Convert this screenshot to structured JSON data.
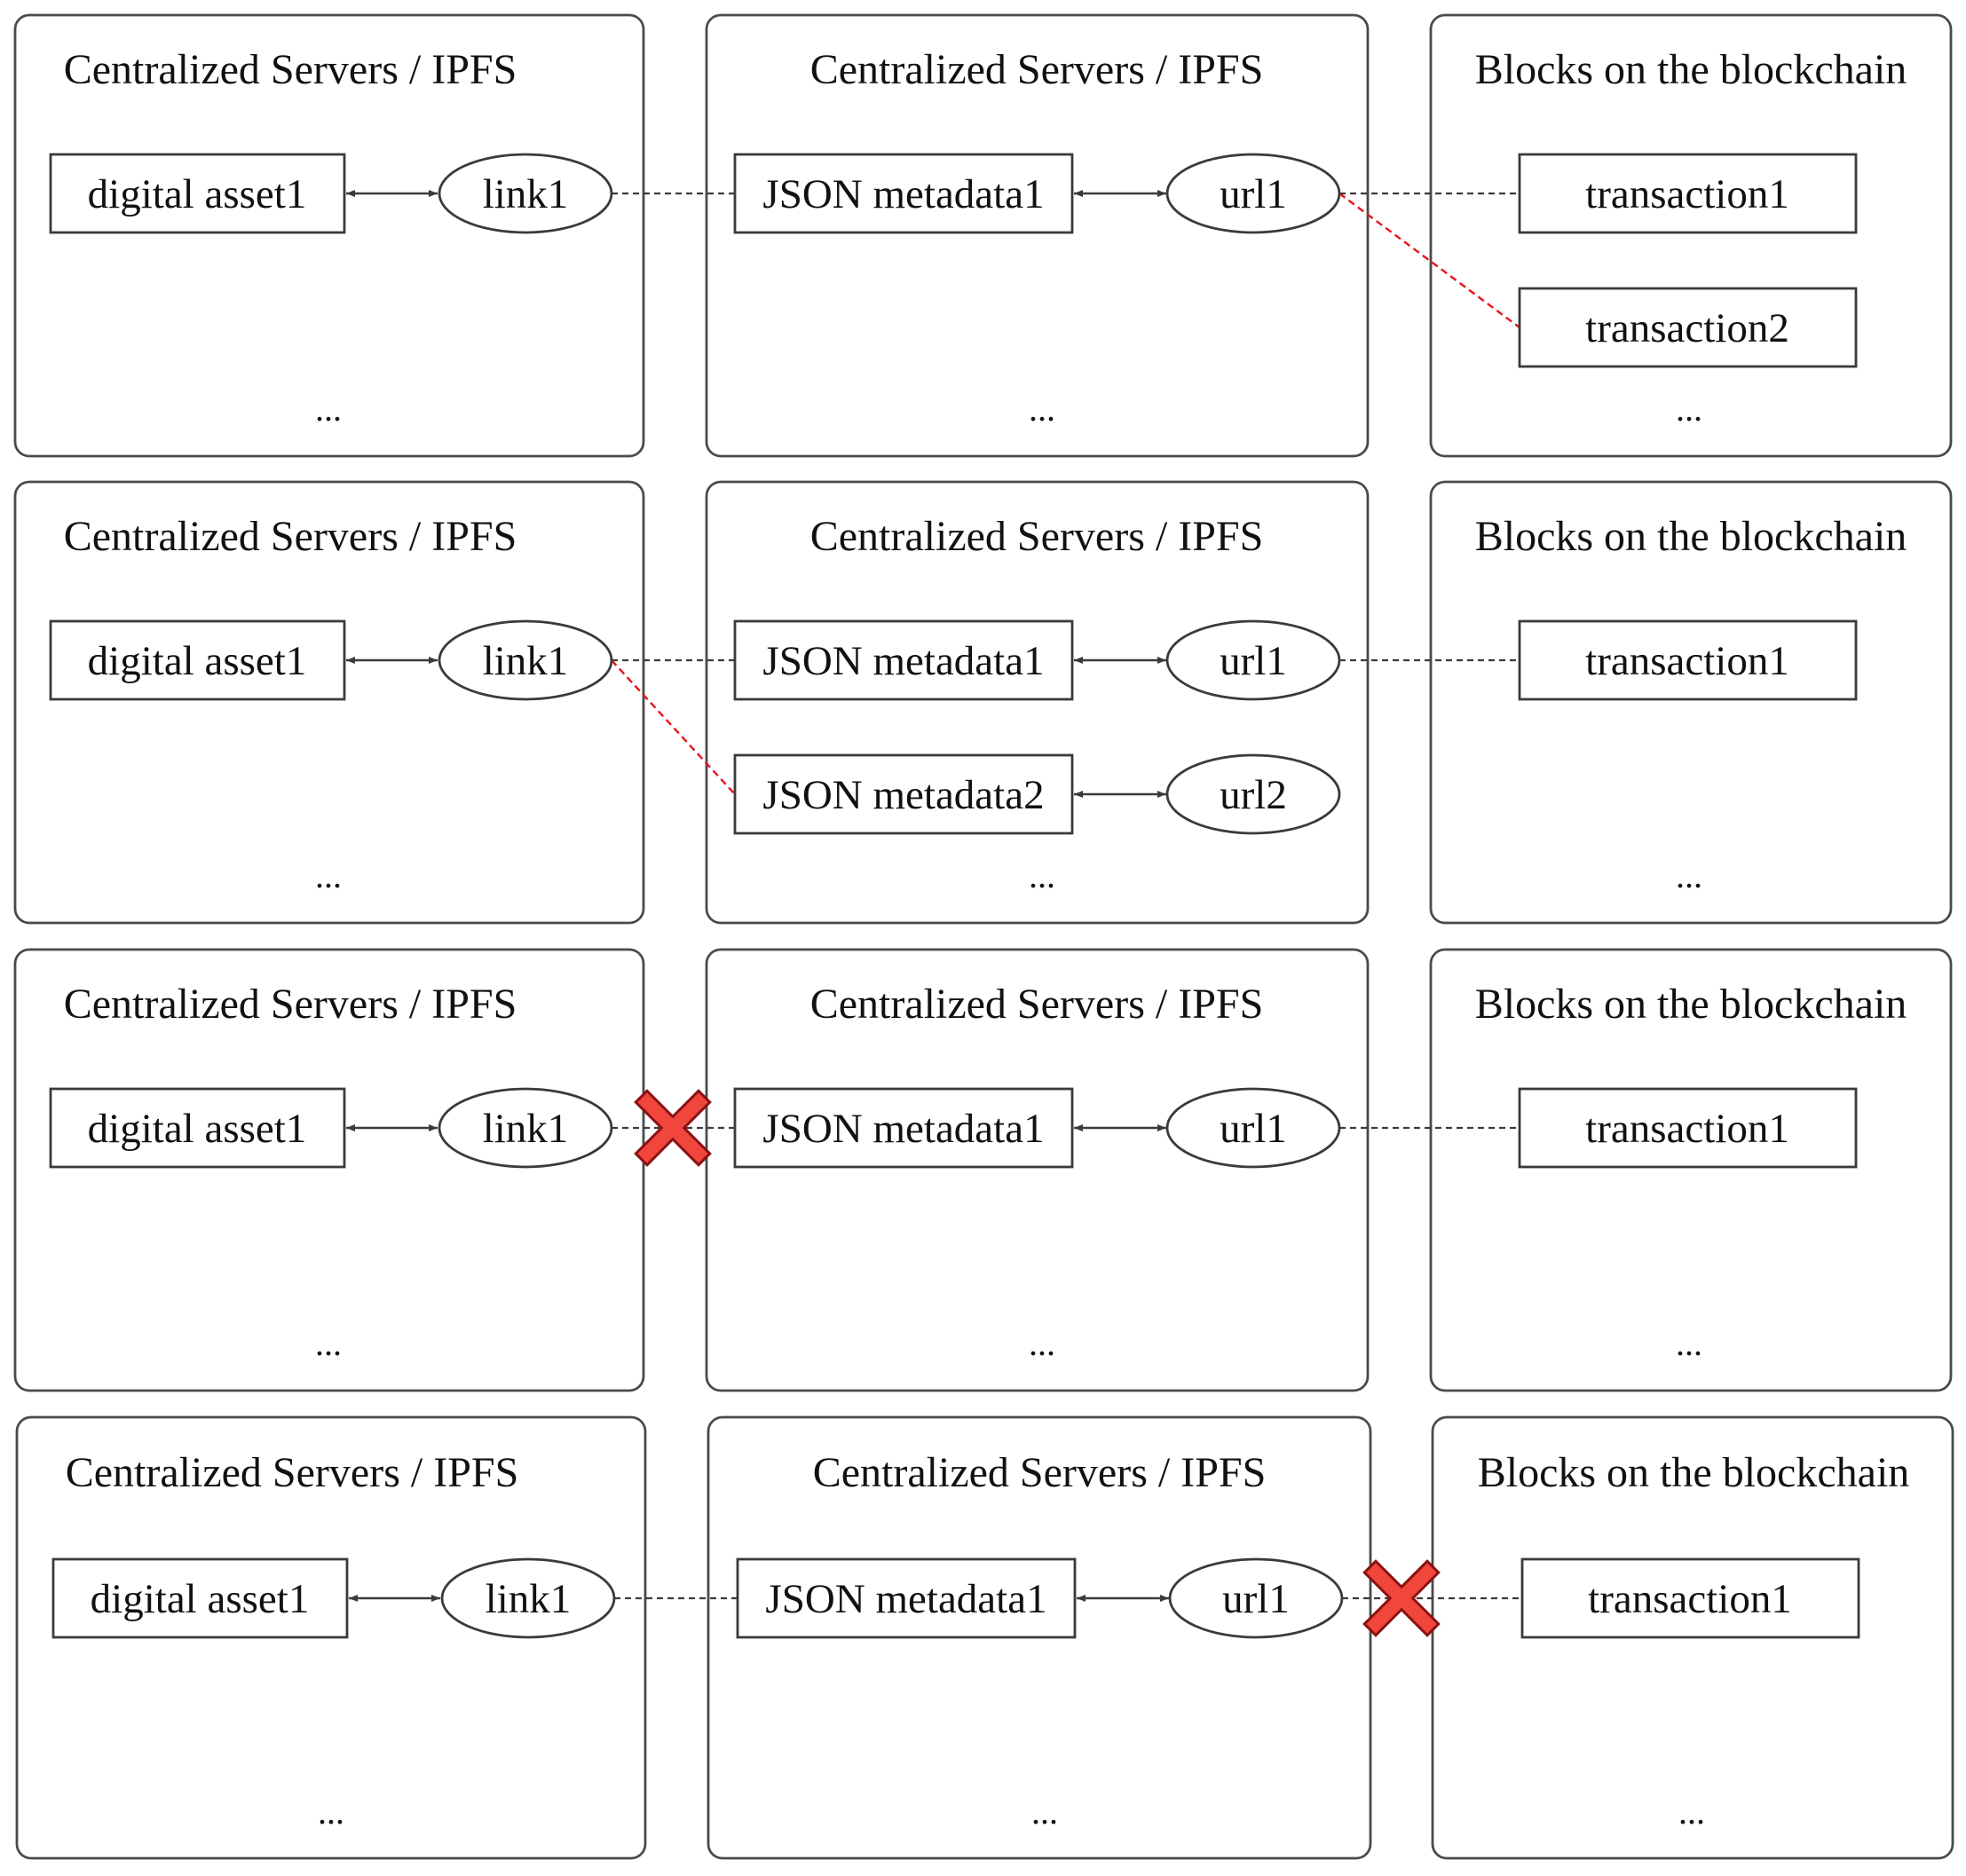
{
  "colors": {
    "panel_border": "#4a4a4a",
    "node_border": "#3a3a3a",
    "dashed_link": "#3a3a3a",
    "changed_link": "#e8131a",
    "broken_mark": "#f0463c"
  },
  "rows": [
    {
      "panels": {
        "left": {
          "title": "Centralized Servers / IPFS",
          "ellipsis": "..."
        },
        "middle": {
          "title": "Centralized Servers / IPFS",
          "ellipsis": "..."
        },
        "right": {
          "title": "Blocks on the blockchain",
          "ellipsis": "..."
        }
      },
      "nodes": {
        "asset": "digital asset1",
        "link": "link1",
        "metadata": "JSON metadata1",
        "url": "url1",
        "transaction": "transaction1",
        "transaction_extra": "transaction2"
      },
      "broken_link": null
    },
    {
      "panels": {
        "left": {
          "title": "Centralized Servers / IPFS",
          "ellipsis": "..."
        },
        "middle": {
          "title": "Centralized Servers / IPFS",
          "ellipsis": "..."
        },
        "right": {
          "title": "Blocks on the blockchain",
          "ellipsis": "..."
        }
      },
      "nodes": {
        "asset": "digital asset1",
        "link": "link1",
        "metadata": "JSON metadata1",
        "url": "url1",
        "transaction": "transaction1",
        "metadata_extra": "JSON metadata2",
        "url_extra": "url2"
      },
      "broken_link": null
    },
    {
      "panels": {
        "left": {
          "title": "Centralized Servers / IPFS",
          "ellipsis": "..."
        },
        "middle": {
          "title": "Centralized Servers / IPFS",
          "ellipsis": "..."
        },
        "right": {
          "title": "Blocks on the blockchain",
          "ellipsis": "..."
        }
      },
      "nodes": {
        "asset": "digital asset1",
        "link": "link1",
        "metadata": "JSON metadata1",
        "url": "url1",
        "transaction": "transaction1"
      },
      "broken_link": "link-to-metadata"
    },
    {
      "panels": {
        "left": {
          "title": "Centralized Servers / IPFS",
          "ellipsis": "..."
        },
        "middle": {
          "title": "Centralized Servers / IPFS",
          "ellipsis": "..."
        },
        "right": {
          "title": "Blocks on the blockchain",
          "ellipsis": "..."
        }
      },
      "nodes": {
        "asset": "digital asset1",
        "link": "link1",
        "metadata": "JSON metadata1",
        "url": "url1",
        "transaction": "transaction1"
      },
      "broken_link": "url-to-transaction"
    }
  ]
}
